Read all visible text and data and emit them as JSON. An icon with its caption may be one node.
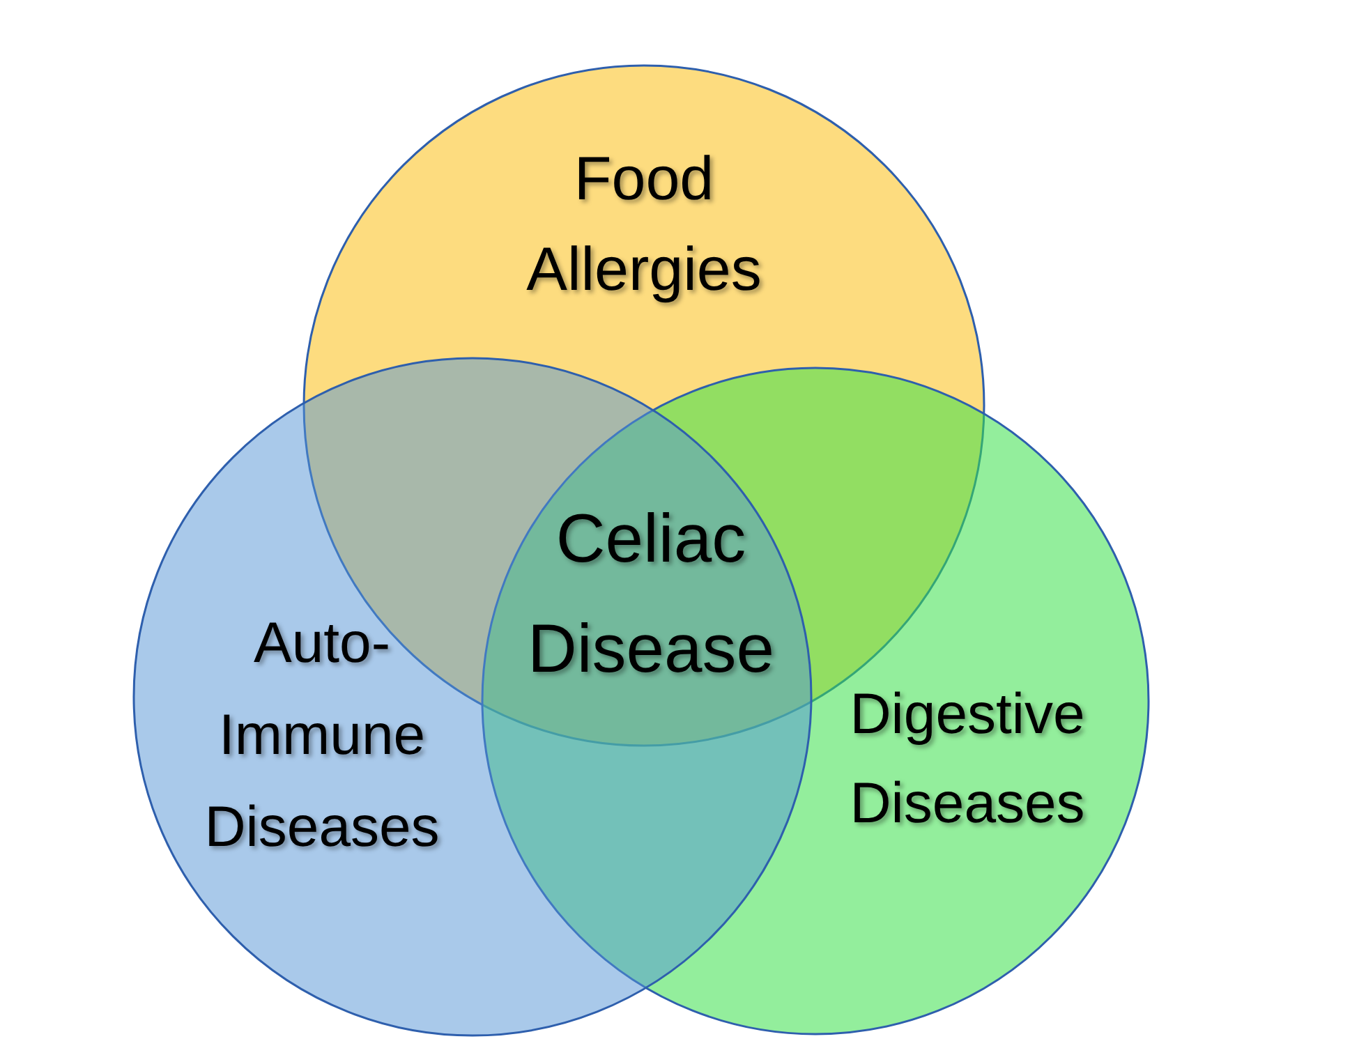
{
  "diagram": {
    "nodes": [
      {
        "text": [
          "Food Allergies"
        ]
      },
      {
        "text": [
          "Auto- Immune Diseases"
        ]
      },
      {
        "text": [
          "Digestive Diseases"
        ]
      }
    ],
    "labels": [
      "Celiac Disease"
    ]
  }
}
